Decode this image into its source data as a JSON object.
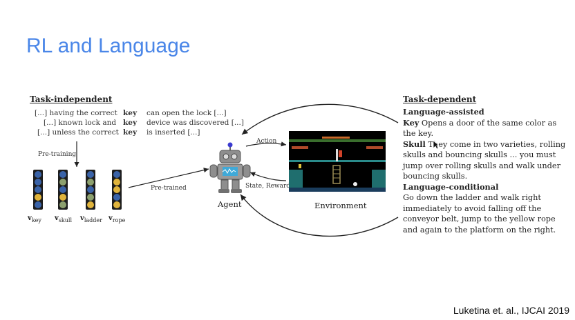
{
  "slide": {
    "title": "RL and Language",
    "citation": "Luketina et. al., IJCAI 2019"
  },
  "task_independent": {
    "heading": "Task-independent",
    "lines": [
      {
        "left": "[...] having the correct",
        "key": "key",
        "right": "can open the lock [...]"
      },
      {
        "left": "[...] known lock and",
        "key": "key",
        "right": "device was discovered [...]"
      },
      {
        "left": "[...] unless the correct",
        "key": "key",
        "right": "is inserted [...]"
      }
    ],
    "pretraining_label": "Pre-training",
    "vectors": [
      {
        "name": "v",
        "sub": "key",
        "colors": [
          "#3a63a8",
          "#3a63a8",
          "#3a63a8",
          "#e0b43c",
          "#3a63a8"
        ]
      },
      {
        "name": "v",
        "sub": "skull",
        "colors": [
          "#3a63a8",
          "#8ca06e",
          "#3a63a8",
          "#e0b43c",
          "#8ca06e"
        ]
      },
      {
        "name": "v",
        "sub": "ladder",
        "colors": [
          "#3a63a8",
          "#8ca06e",
          "#3a63a8",
          "#8ca06e",
          "#e0b43c"
        ]
      },
      {
        "name": "v",
        "sub": "rope",
        "colors": [
          "#3a63a8",
          "#e0b43c",
          "#e0b43c",
          "#3a63a8",
          "#e0b43c"
        ]
      }
    ],
    "pretrained_label": "Pre-trained"
  },
  "loop": {
    "action_label": "Action",
    "state_reward_label": "State, Reward",
    "agent_label": "Agent",
    "environment_label": "Environment"
  },
  "task_dependent": {
    "heading": "Task-dependent",
    "assisted_heading": "Language-assisted",
    "key_term": "Key",
    "key_text": " Opens a door of the same color as the key.",
    "skull_term": "Skull",
    "skull_text": " They come in two varieties, rolling skulls and bouncing skulls ... you must jump over rolling skulls and walk under bouncing skulls.",
    "conditional_heading": "Language-conditional",
    "conditional_text": "Go down the ladder and walk right immediately to avoid falling off the conveyor belt, jump to the yellow rope and again to the platform on the right."
  },
  "colors": {
    "title": "#4a86e8",
    "vec_blue": "#3a63a8",
    "vec_gold": "#e0b43c",
    "vec_green": "#8ca06e"
  }
}
